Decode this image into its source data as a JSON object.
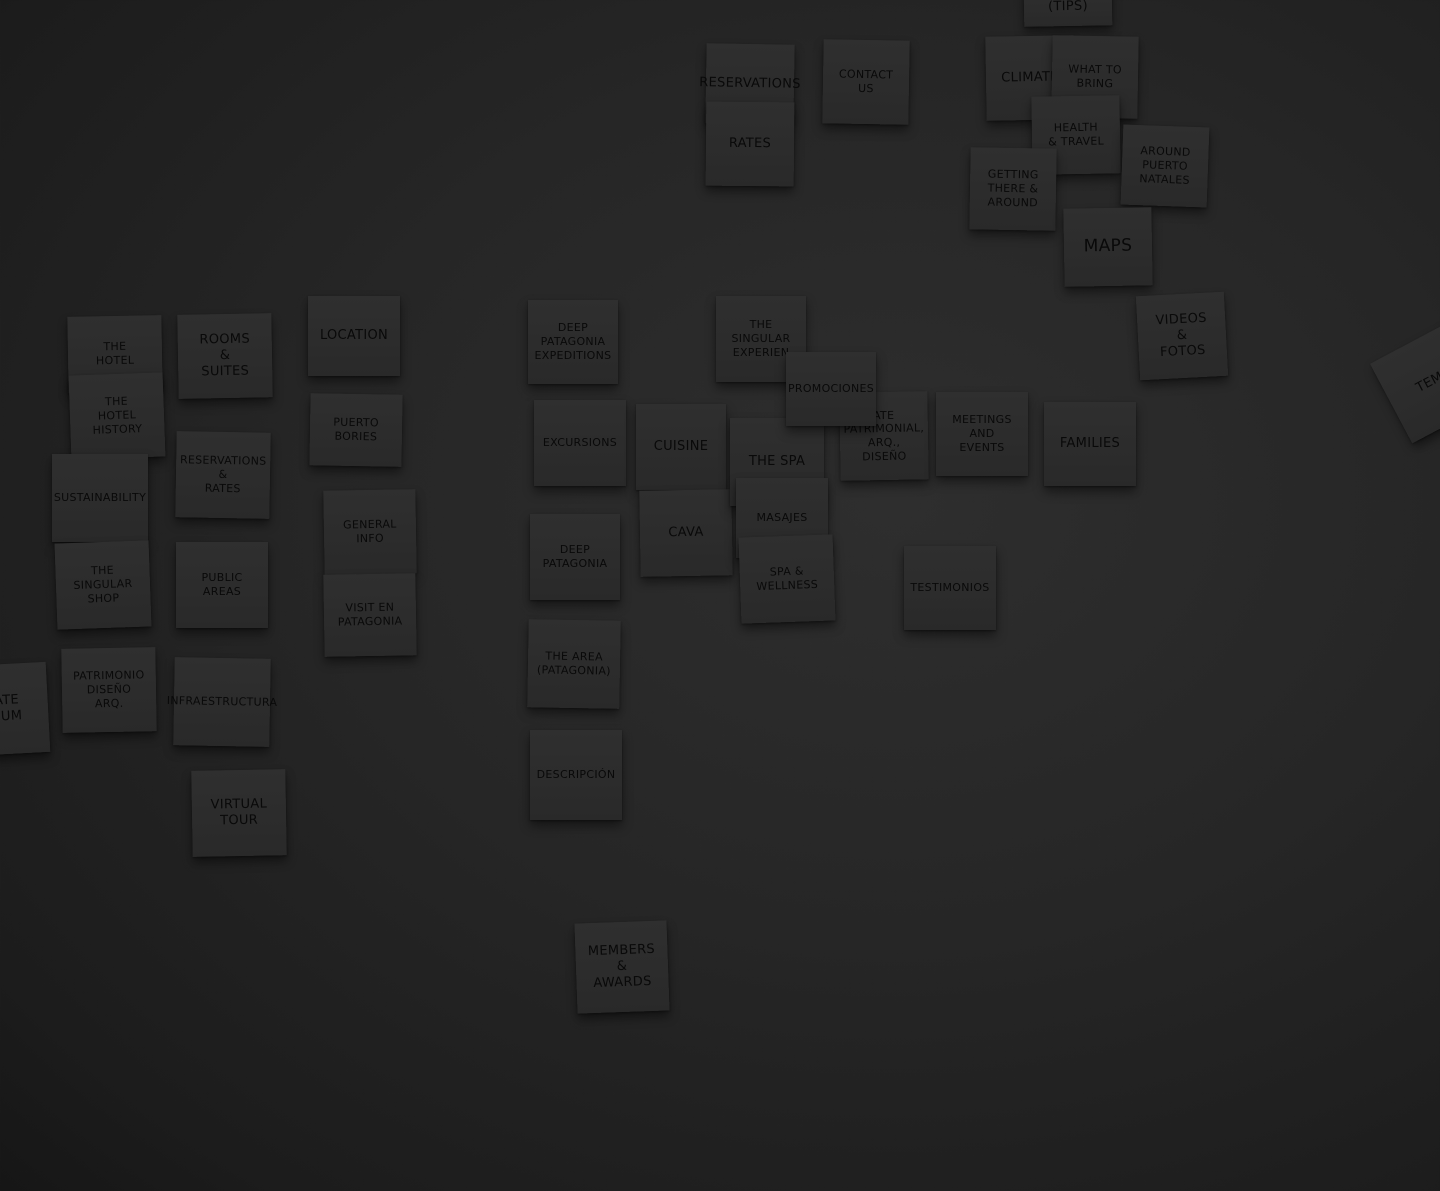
{
  "notes": {
    "tips": "(TIPS)",
    "reservations": "RESERVATIONS",
    "rates_top": "RATES",
    "contact_us": "CONTACT\nUS",
    "climate": "CLIMATE",
    "what_to_bring": "WHAT TO\nBRING",
    "health_travel": "HEALTH\n& TRAVEL",
    "around_puerto_natales": "AROUND\nPUERTO\nNATALES",
    "getting_there": "GETTING\nTHERE &\nAROUND",
    "maps": "MAPS",
    "videos_fotos": "VIDEOS\n&\nFOTOS",
    "the_hotel": "THE\nHOTEL",
    "hotel_history": "THE\nHOTEL\nHISTORY",
    "sustainability": "SUSTAINABILITY",
    "singular_shop": "THE\nSINGULAR\nSHOP",
    "patrimonio": "PATRIMONIO\nDISEÑO\nARQ.",
    "museum_partial": "ATE\nEUM",
    "rooms_suites": "ROOMS\n&\nSUITES",
    "reservations_rates": "RESERVATIONS\n&\nRATES",
    "public_areas": "PUBLIC\nAREAS",
    "infraestructura": "INFRAESTRUCTURA",
    "virtual_tour": "VIRTUAL\nTOUR",
    "location": "LOCATION",
    "puerto_bories": "PUERTO\nBORIES",
    "general_info": "GENERAL\nINFO",
    "visit_patagonia": "VISIT EN\nPATAGONIA",
    "deep_patagonia_expeditions": "DEEP\nPATAGONIA\nEXPEDITIONS",
    "excursions": "EXCURSIONS",
    "deep_patagonia": "DEEP\nPATAGONIA",
    "the_area": "THE AREA\n(PATAGONIA)",
    "description": "DESCRIPCIÓN",
    "cuisine": "CUISINE",
    "cava": "CAVA",
    "the_singular_experience": "THE\nSINGULAR\nEXPERIEN",
    "promociones": "PROMOCIONES",
    "the_spa": "THE SPA",
    "masajes": "MASAJES",
    "spa_wellness": "SPA &\nWELLNESS",
    "private_patrimonial": "ATE\nPATRIMONIAL,\nARQ.,\nDISEÑO",
    "meetings_events": "MEETINGS\nAND\nEVENTS",
    "families": "FAMILIES",
    "testimonios": "TESTIMONIOS",
    "members_awards": "MEMBERS\n&\nAWARDS",
    "edge_partial": "TEM"
  }
}
